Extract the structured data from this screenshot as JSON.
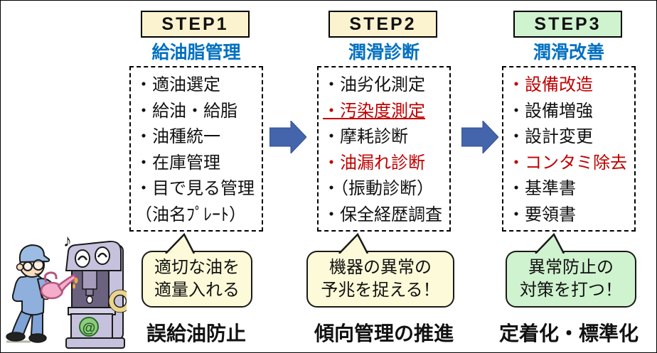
{
  "colors": {
    "blue_heading": "#0070C0",
    "red": "#C00000",
    "black": "#111111",
    "arrow_blue": "#4464AC",
    "arrow_edge": "#32508C",
    "cream": "#FBF3CF",
    "green": "#CFF2CF",
    "bubble_cream": "#FDFAD9",
    "bubble_green": "#CFF2CF"
  },
  "columns": [
    {
      "step_label": "STEP1",
      "header_bg": "cream",
      "subtitle": "給油脂管理",
      "items": [
        {
          "text": "・適油選定",
          "color": "black",
          "underline": false
        },
        {
          "text": "・給油・給脂",
          "color": "black",
          "underline": false
        },
        {
          "text": "・油種統一",
          "color": "black",
          "underline": false
        },
        {
          "text": "・在庫管理",
          "color": "black",
          "underline": false
        },
        {
          "text": "・目で見る管理",
          "color": "black",
          "underline": false
        },
        {
          "text": "（油名ﾌﾟﾚｰﾄ）",
          "color": "black",
          "underline": false
        }
      ],
      "bubble": {
        "bg": "bubble_cream",
        "lines": [
          "適切な油を",
          "適量入れる"
        ]
      },
      "caption": "誤給油防止"
    },
    {
      "step_label": "STEP2",
      "header_bg": "cream",
      "subtitle": "潤滑診断",
      "items": [
        {
          "text": "・油劣化測定",
          "color": "black",
          "underline": false
        },
        {
          "text": "・汚染度測定",
          "color": "red",
          "underline": true
        },
        {
          "text": "・摩耗診断",
          "color": "black",
          "underline": false
        },
        {
          "text": "・油漏れ診断",
          "color": "red",
          "underline": false
        },
        {
          "text": "・（振動診断）",
          "color": "black",
          "underline": false
        },
        {
          "text": "・保全経歴調査",
          "color": "black",
          "underline": false
        }
      ],
      "bubble": {
        "bg": "bubble_cream",
        "lines": [
          "機器の異常の",
          "予兆を捉える！"
        ]
      },
      "caption": "傾向管理の推進"
    },
    {
      "step_label": "STEP3",
      "header_bg": "green",
      "subtitle": "潤滑改善",
      "items": [
        {
          "text": "・設備改造",
          "color": "red",
          "underline": false
        },
        {
          "text": "・設備増強",
          "color": "black",
          "underline": false
        },
        {
          "text": "・設計変更",
          "color": "black",
          "underline": false
        },
        {
          "text": "・コンタミ除去",
          "color": "red",
          "underline": false
        },
        {
          "text": "・基準書",
          "color": "black",
          "underline": false
        },
        {
          "text": "・要領書",
          "color": "black",
          "underline": false
        }
      ],
      "bubble": {
        "bg": "bubble_green",
        "lines": [
          "異常防止の",
          "対策を打つ！"
        ]
      },
      "caption": "定着化・標準化"
    }
  ],
  "illustration": {
    "music_note": "♪",
    "machine_mark": "@"
  }
}
